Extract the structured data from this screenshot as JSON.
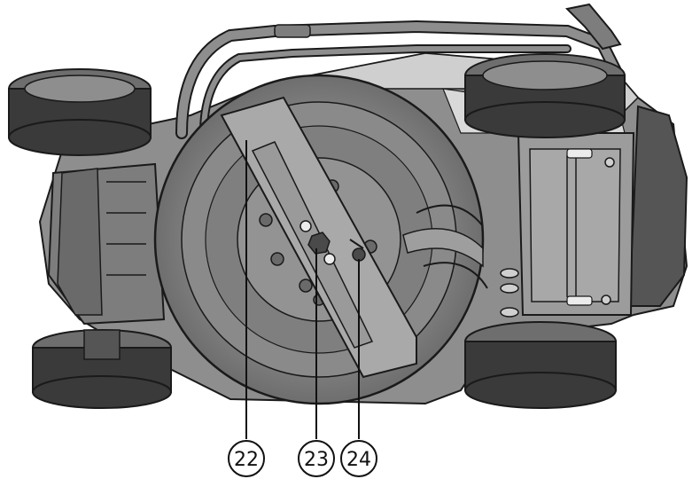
{
  "figure": {
    "subject": "lawn-mower-underside",
    "colors": {
      "body_light": "#cfcfcf",
      "body_mid": "#8e8e8e",
      "body_dark": "#5a5a5a",
      "tire": "#3a3a3a",
      "hub": "#6e6e6e",
      "blade": "#a9a9a9",
      "outline": "#1a1a1a"
    }
  },
  "callouts": [
    {
      "id": "22",
      "label": "22"
    },
    {
      "id": "23",
      "label": "23"
    },
    {
      "id": "24",
      "label": "24"
    }
  ]
}
